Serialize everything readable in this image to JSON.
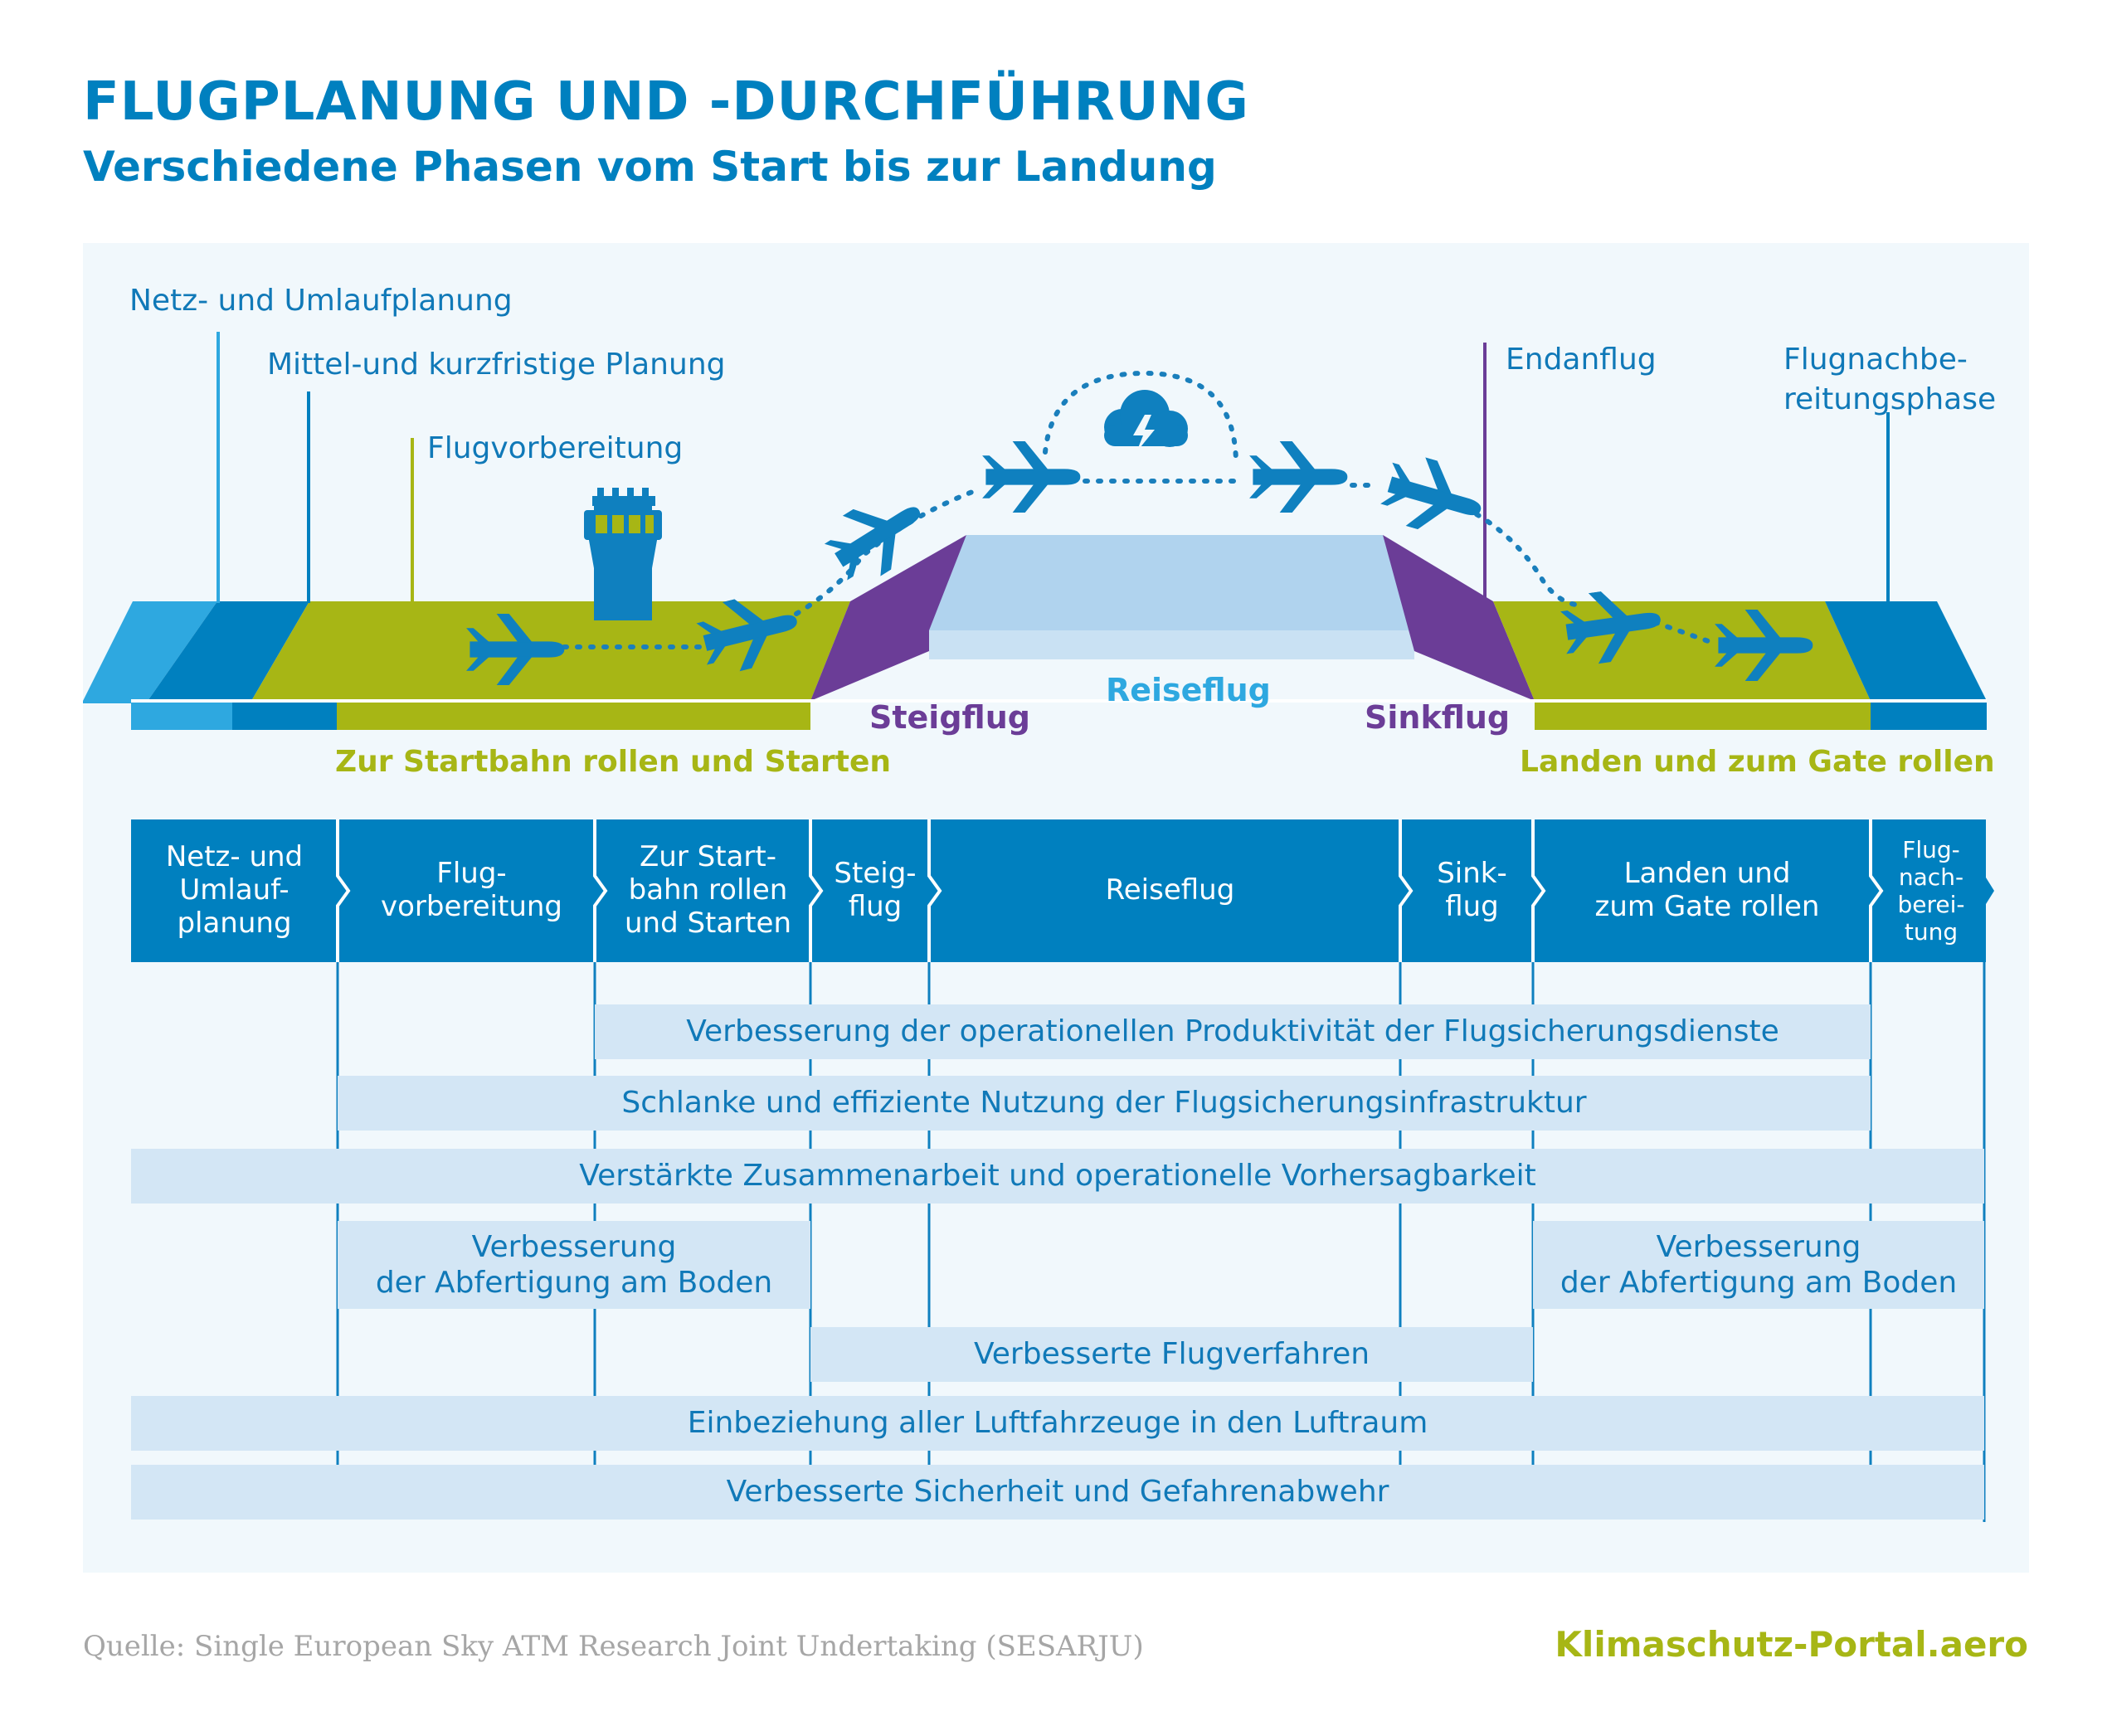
{
  "header": {
    "title": "FLUGPLANUNG UND -DURCHFÜHRUNG",
    "subtitle": "Verschiedene Phasen vom Start bis zur Landung"
  },
  "top_labels": {
    "netz": "Netz- und Umlaufplanung",
    "mittel": "Mittel-und kurzfristige Planung",
    "flugvorbereitung": "Flugvorbereitung",
    "endanflug": "Endanflug",
    "nachbereitung_line1": "Flugnachbe-",
    "nachbereitung_line2": "reitungsphase"
  },
  "band_labels": {
    "rollen_starten": "Zur Startbahn rollen und Starten",
    "steigflug": "Steigflug",
    "reiseflug": "Reiseflug",
    "sinkflug": "Sinkflug",
    "landen": "Landen und zum Gate rollen"
  },
  "phases": [
    {
      "line1": "Netz- und",
      "line2": "Umlauf-",
      "line3": "planung"
    },
    {
      "line1": "Flug-",
      "line2": "vorbereitung"
    },
    {
      "line1": "Zur Start-",
      "line2": "bahn rollen",
      "line3": "und Starten"
    },
    {
      "line1": "Steig-",
      "line2": "flug"
    },
    {
      "line1": "Reiseflug"
    },
    {
      "line1": "Sink-",
      "line2": "flug"
    },
    {
      "line1": "Landen und",
      "line2": "zum Gate rollen"
    },
    {
      "line1": "Flug-",
      "line2": "nach-",
      "line3": "berei-",
      "line4": "tung"
    }
  ],
  "bars": [
    {
      "text": "Verbesserung der operationellen Produktivität der Flugsicherungsdienste"
    },
    {
      "text": "Schlanke und effiziente Nutzung der Flugsicherungsinfrastruktur"
    },
    {
      "text": "Verstärkte Zusammenarbeit und operationelle Vorhersagbarkeit"
    },
    {
      "line1": "Verbesserung",
      "line2": "der Abfertigung am Boden"
    },
    {
      "line1": "Verbesserung",
      "line2": "der Abfertigung am Boden"
    },
    {
      "text": "Verbesserte Flugverfahren"
    },
    {
      "text": "Einbeziehung aller Luftfahrzeuge in den Luftraum"
    },
    {
      "text": "Verbesserte Sicherheit und Gefahrenabwehr"
    }
  ],
  "footer": {
    "source": "Quelle: Single European Sky ATM Research Joint Undertaking (SESARJU)",
    "brand": "Klimaschutz-Portal.aero"
  },
  "colors": {
    "title": "#0080bf",
    "dark_blue": "#0080bf",
    "light_blue": "#2ea8e0",
    "green": "#a7b615",
    "purple": "#6b3d97",
    "cruise": "#b0d3ee",
    "bar": "#d3e6f5",
    "bar_text": "#1079b8",
    "panel": "#f1f8fc"
  },
  "icons": [
    "airplane-icon",
    "tower-icon",
    "storm-cloud-icon"
  ]
}
